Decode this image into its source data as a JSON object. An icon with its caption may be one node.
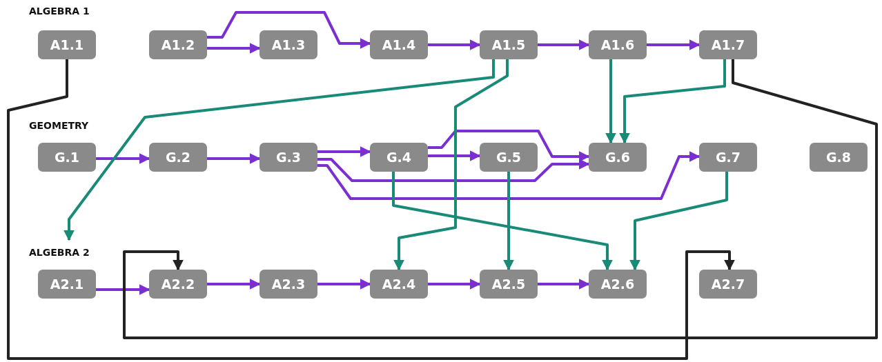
{
  "diagram": {
    "nodes": [
      {
        "text": [
          "A1.1"
        ]
      },
      {
        "text": [
          "A1.2"
        ]
      },
      {
        "text": [
          "A1.3"
        ]
      },
      {
        "text": [
          "A1.4"
        ]
      },
      {
        "text": [
          "A1.5"
        ]
      },
      {
        "text": [
          "A1.6"
        ]
      },
      {
        "text": [
          "A1.7"
        ]
      },
      {
        "text": [
          "G.1"
        ]
      },
      {
        "text": [
          "G.2"
        ]
      },
      {
        "text": [
          "G.3"
        ]
      },
      {
        "text": [
          "G.4"
        ]
      },
      {
        "text": [
          "G.5"
        ]
      },
      {
        "text": [
          "G.6"
        ]
      },
      {
        "text": [
          "G.7"
        ]
      },
      {
        "text": [
          "G.8"
        ]
      },
      {
        "text": [
          "A2.1"
        ]
      },
      {
        "text": [
          "A2.2"
        ]
      },
      {
        "text": [
          "A2.3"
        ]
      },
      {
        "text": [
          "A2.4"
        ]
      },
      {
        "text": [
          "A2.5"
        ]
      },
      {
        "text": [
          "A2.6"
        ]
      },
      {
        "text": [
          "A2.7"
        ]
      }
    ],
    "edges": [
      {
        "from": 1,
        "to": 2,
        "arrow": "to"
      },
      {
        "from": 1,
        "to": 3,
        "arrow": "to"
      },
      {
        "from": 3,
        "to": 4,
        "arrow": "to"
      },
      {
        "from": 4,
        "to": 5,
        "arrow": "to"
      },
      {
        "from": 5,
        "to": 6,
        "arrow": "to"
      },
      {
        "from": 7,
        "to": 8,
        "arrow": "to"
      },
      {
        "from": 8,
        "to": 9,
        "arrow": "to"
      },
      {
        "from": 9,
        "to": 10,
        "arrow": "to"
      },
      {
        "from": 9,
        "to": 12,
        "arrow": "to"
      },
      {
        "from": 9,
        "to": 13,
        "arrow": "to"
      },
      {
        "from": 10,
        "to": 11,
        "arrow": "to"
      },
      {
        "from": 10,
        "to": 12,
        "arrow": "to"
      },
      {
        "from": 15,
        "to": 16,
        "arrow": "to"
      },
      {
        "from": 16,
        "to": 17,
        "arrow": "to"
      },
      {
        "from": 17,
        "to": 18,
        "arrow": "to"
      },
      {
        "from": 18,
        "to": 19,
        "arrow": "to"
      },
      {
        "from": 19,
        "to": 20,
        "arrow": "to"
      },
      {
        "from": 4,
        "to": 15,
        "arrow": "to",
        "color": "#1a8a78"
      },
      {
        "from": 4,
        "to": 18,
        "arrow": "to",
        "color": "#1a8a78"
      },
      {
        "from": 5,
        "to": 12,
        "arrow": "to",
        "color": "#1a8a78"
      },
      {
        "from": 6,
        "to": 12,
        "arrow": "to",
        "color": "#1a8a78"
      },
      {
        "from": 10,
        "to": 20,
        "arrow": "to",
        "color": "#1a8a78"
      },
      {
        "from": 11,
        "to": 19,
        "arrow": "to",
        "color": "#1a8a78"
      },
      {
        "from": 13,
        "to": 20,
        "arrow": "to",
        "color": "#1a8a78"
      },
      {
        "from": 0,
        "to": 21,
        "arrow": "to",
        "color": "#222222"
      },
      {
        "from": 6,
        "to": 16,
        "arrow": "to",
        "color": "#222222"
      }
    ],
    "labels": [
      "ALGEBRA 1",
      "GEOMETRY",
      "ALGEBRA 2"
    ]
  }
}
